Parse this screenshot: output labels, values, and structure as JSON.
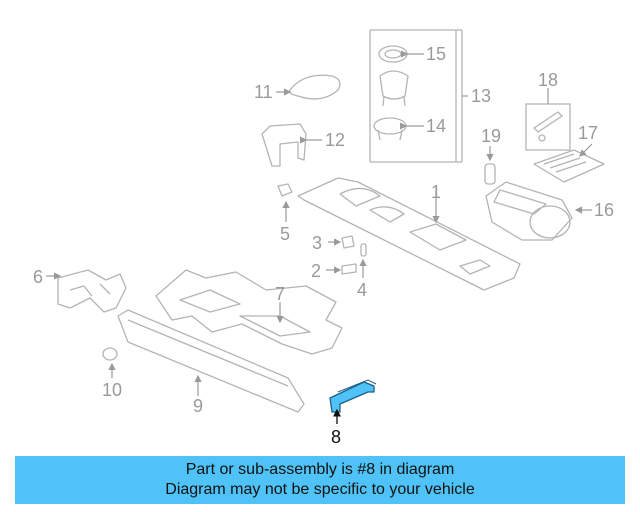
{
  "callouts": [
    "1",
    "2",
    "3",
    "4",
    "5",
    "6",
    "7",
    "8",
    "9",
    "10",
    "11",
    "12",
    "13",
    "14",
    "15",
    "16",
    "17",
    "18",
    "19"
  ],
  "highlight_callout": "8",
  "highlight_color": "#4fc3f7",
  "banner": {
    "line1": "Part or sub-assembly is #8 in diagram",
    "line2": "Diagram may not be specific to your vehicle"
  }
}
